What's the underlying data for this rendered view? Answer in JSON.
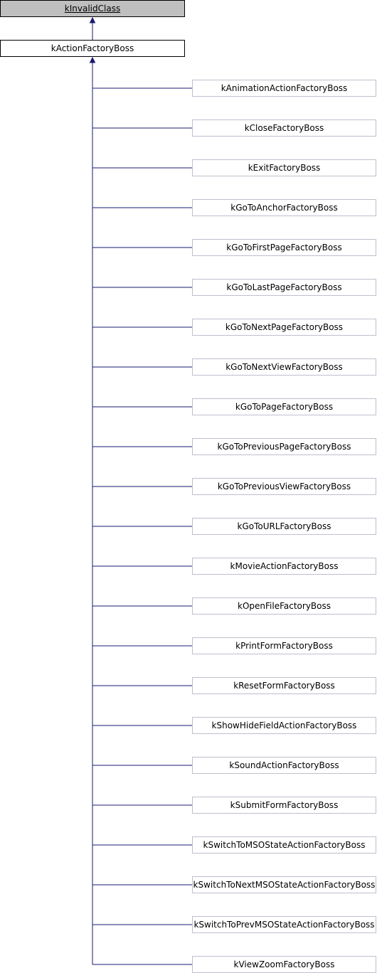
{
  "diagram": {
    "colors": {
      "edge": "#191970",
      "root_fill": "#bfbfbf",
      "node_border": "#000000",
      "child_border": "#bfbfcf"
    },
    "grandparent": "kInvalidClass",
    "parent": "kActionFactoryBoss",
    "children": [
      "kAnimationActionFactoryBoss",
      "kCloseFactoryBoss",
      "kExitFactoryBoss",
      "kGoToAnchorFactoryBoss",
      "kGoToFirstPageFactoryBoss",
      "kGoToLastPageFactoryBoss",
      "kGoToNextPageFactoryBoss",
      "kGoToNextViewFactoryBoss",
      "kGoToPageFactoryBoss",
      "kGoToPreviousPageFactoryBoss",
      "kGoToPreviousViewFactoryBoss",
      "kGoToURLFactoryBoss",
      "kMovieActionFactoryBoss",
      "kOpenFileFactoryBoss",
      "kPrintFormFactoryBoss",
      "kResetFormFactoryBoss",
      "kShowHideFieldActionFactoryBoss",
      "kSoundActionFactoryBoss",
      "kSubmitFormFactoryBoss",
      "kSwitchToMSOStateActionFactoryBoss",
      "kSwitchToNextMSOStateActionFactoryBoss",
      "kSwitchToPrevMSOStateActionFactoryBoss",
      "kViewZoomFactoryBoss"
    ]
  }
}
